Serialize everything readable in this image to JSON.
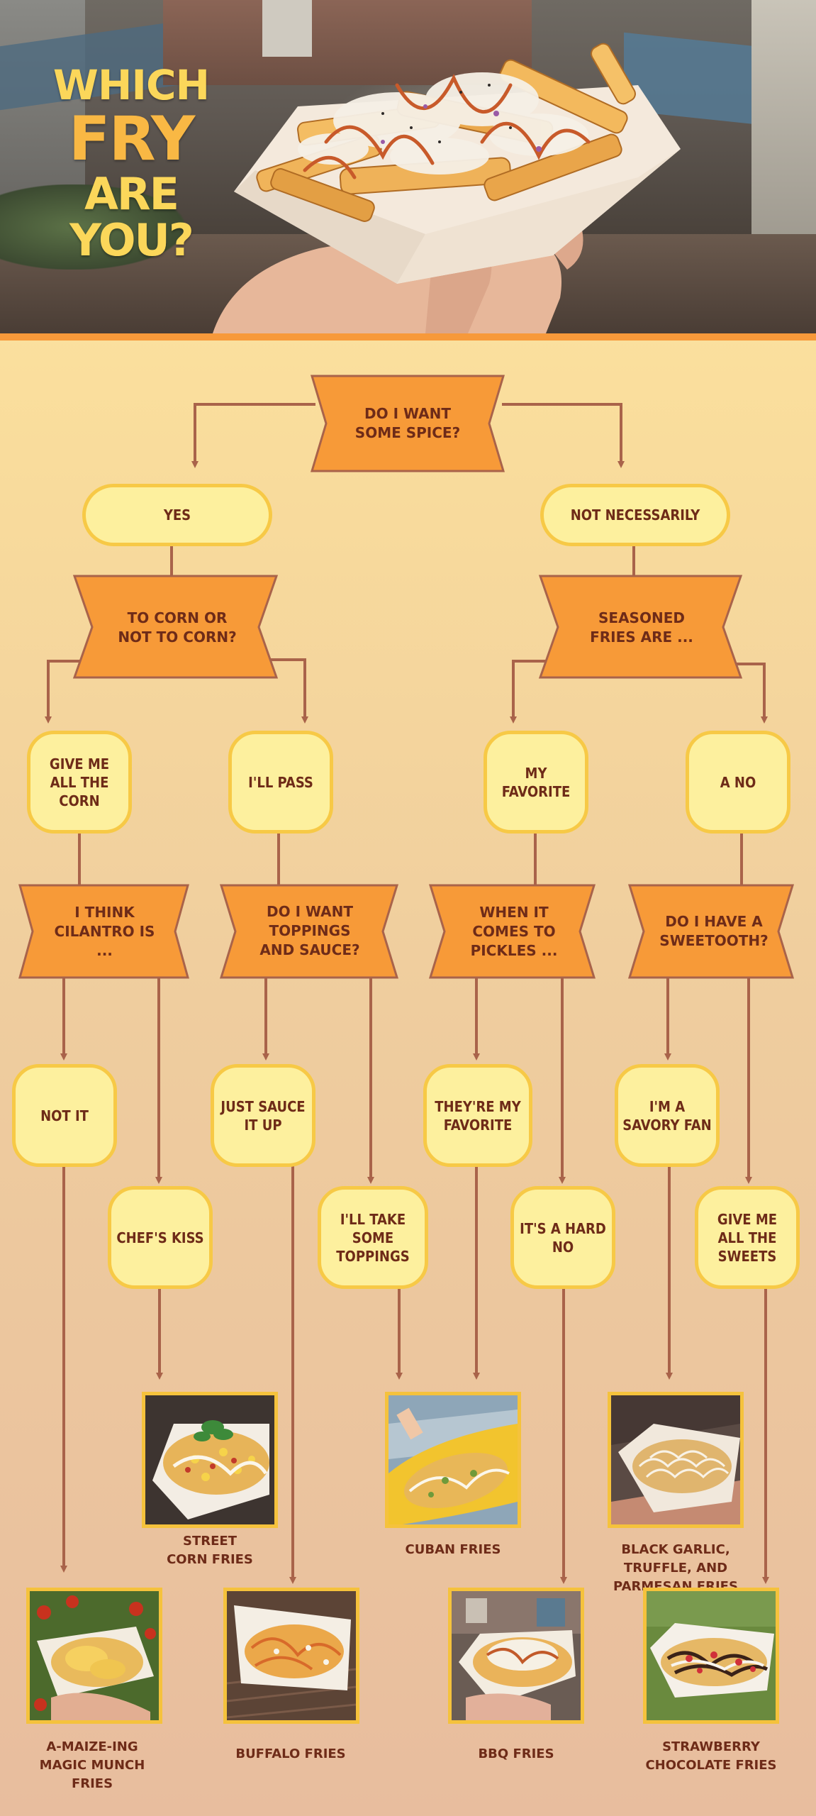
{
  "header": {
    "title_line1": "WHICH",
    "title_line2": "FRY",
    "title_line3": "ARE YOU?"
  },
  "questions": {
    "spice": "DO I WANT SOME SPICE?",
    "corn": "TO CORN OR NOT TO CORN?",
    "seasoned": "SEASONED FRIES ARE ...",
    "cilantro": "I THINK CILANTRO IS ...",
    "toppings": "DO I WANT TOPPINGS AND SAUCE?",
    "pickles": "WHEN IT COMES TO PICKLES ...",
    "sweettooth": "DO I HAVE A SWEETOOTH?"
  },
  "answers": {
    "yes": "YES",
    "not_necessarily": "NOT NECESSARILY",
    "give_me_corn": "GIVE ME ALL THE CORN",
    "ill_pass": "I'LL PASS",
    "my_favorite": "MY FAVORITE",
    "a_no": "A NO",
    "not_it": "NOT IT",
    "chefs_kiss": "CHEF'S KISS",
    "just_sauce": "JUST SAUCE IT UP",
    "some_toppings": "I'LL TAKE SOME TOPPINGS",
    "theyre_favorite": "THEY'RE MY FAVORITE",
    "hard_no": "IT'S A HARD NO",
    "savory_fan": "I'M A SAVORY FAN",
    "give_sweets": "GIVE ME ALL THE SWEETS"
  },
  "results": {
    "street_corn": "STREET CORN FRIES",
    "cuban": "CUBAN FRIES",
    "black_garlic": "BLACK GARLIC, TRUFFLE, AND PARMESAN FRIES",
    "amaize": "A-MAIZE-ING MAGIC MUNCH FRIES",
    "buffalo": "BUFFALO FRIES",
    "bbq": "BBQ FRIES",
    "strawberry": "STRAWBERRY CHOCOLATE FRIES"
  },
  "colors": {
    "accent_orange": "#f79a38",
    "bubble_fill": "#fdf09e",
    "bubble_border": "#f7c946",
    "text_brown": "#6e2b18",
    "connector": "#a9634a",
    "title_yellow": "#fbd75a"
  }
}
